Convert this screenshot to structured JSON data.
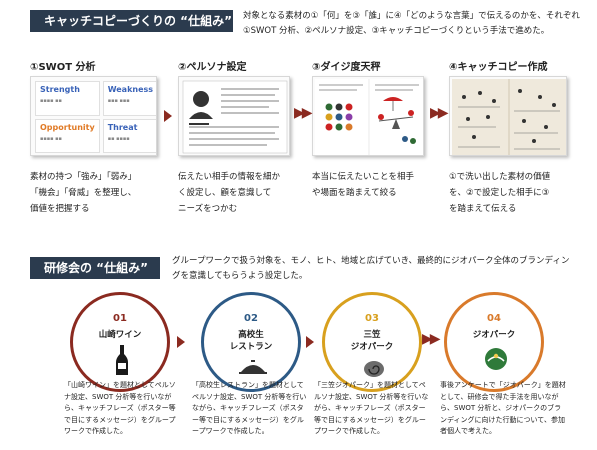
{
  "section1": {
    "header": "キャッチコピーづくりの “仕組み”",
    "intro": "対象となる素材の①「何」を③「誰」に④「どのような言葉」で伝えるのかを、それぞれ①SWOT 分析、②ペルソナ設定、③キャッチコピーづくりという手法で進めた。"
  },
  "steps": [
    {
      "title": "①SWOT 分析",
      "desc_lines": [
        "素材の持つ「強み」「弱み」",
        "「機会」「脅威」を整理し、",
        "価値を把握する"
      ]
    },
    {
      "title": "②ペルソナ設定",
      "desc_lines": [
        "伝えたい相手の情報を細か",
        "く設定し、顧を意識して",
        "ニーズをつかむ"
      ]
    },
    {
      "title": "③ダイジ度天秤",
      "desc_lines": [
        "本当に伝えたいことを相手",
        "や場面を踏まえて絞る"
      ]
    },
    {
      "title": "④キャッチコピー作成",
      "desc_lines": [
        "①で洗い出した素材の価値",
        "を、②で設定した相手に③",
        "を踏まえて伝える"
      ]
    }
  ],
  "swot": {
    "strength": "Strength",
    "weakness": "Weakness",
    "opportunity": "Opportunity",
    "threat": "Threat"
  },
  "section2": {
    "header": "研修会の “仕組み”",
    "intro": "グループワークで扱う対象を、モノ、ヒト、地域と広げていき、最終的にジオパーク全体のブランディングを意識してもらうよう設定した。"
  },
  "workshops": [
    {
      "num": "01",
      "label_lines": [
        "山崎ワイン"
      ],
      "desc": "「山崎ワイン」を題材としてペルソナ設定、SWOT 分析等を行いながら、キャッチフレーズ（ポスター等で目にするメッセージ）をグループワークで作成した。"
    },
    {
      "num": "02",
      "label_lines": [
        "高校生",
        "レストラン"
      ],
      "desc": "「高校生レストラン」を題材としてペルソナ設定、SWOT 分析等を行いながら、キャッチフレーズ（ポスター等で目にするメッセージ）をグループワークで作成した。"
    },
    {
      "num": "03",
      "label_lines": [
        "三笠",
        "ジオパーク"
      ],
      "desc": "「三笠ジオパーク」を題材としてペルソナ設定、SWOT 分析等を行いながら、キャッチフレーズ（ポスター等で目にするメッセージ）をグループワークで作成した。"
    },
    {
      "num": "04",
      "label_lines": [
        "ジオパーク"
      ],
      "desc": "事後アンケートで「ジオパーク」を題材として、研修会で得た手法を用いながら、SWOT 分析と、ジオパークのブランディングに向けた行動について、参加者個人で考えた。"
    }
  ],
  "colors": {
    "header_bg": "#2b3b4e",
    "accent_red": "#8b2a20",
    "blue": "#2d5a86",
    "gold": "#d8a01e",
    "orange": "#d97a2b"
  }
}
